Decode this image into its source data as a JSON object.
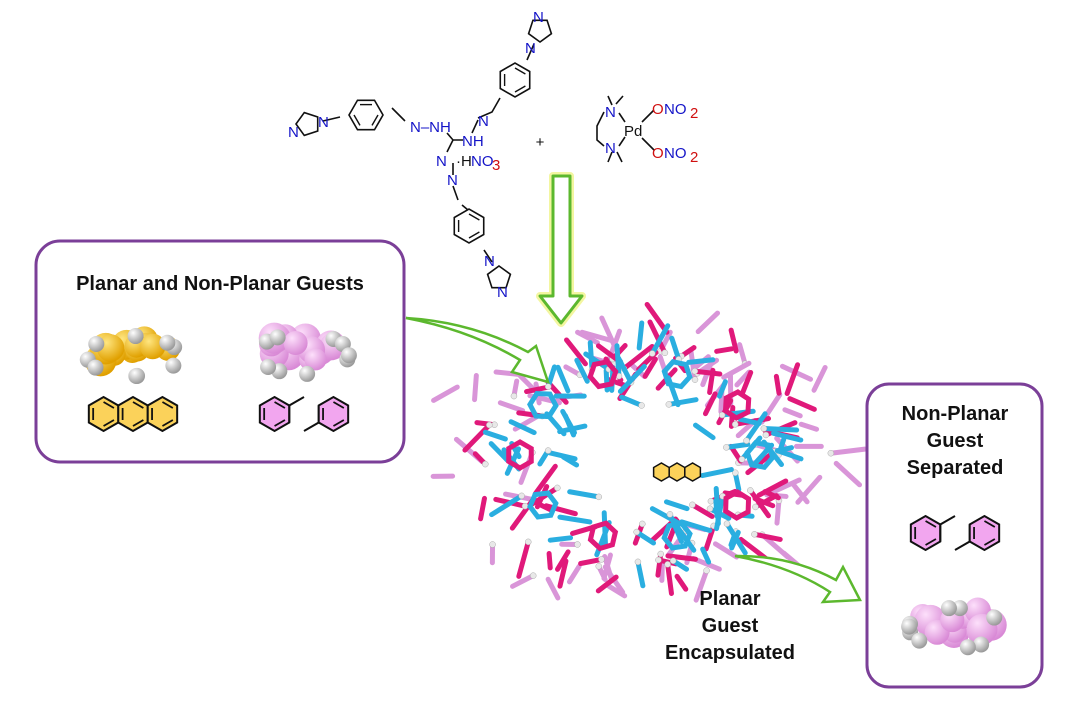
{
  "colors": {
    "box_border": "#7b3f98",
    "arrow_green": "#5cb82e",
    "arrow_glow": "#f3f6a0",
    "cage_pink": "#e0197a",
    "cage_cyan": "#2aaee0",
    "cage_lilac": "#d995d8",
    "planar_guest": "#f5b800",
    "nonplanar_guest": "#f2a6ef",
    "nitrogen": "#1414c8",
    "oxygen": "#d01010"
  },
  "ligand": {
    "atoms": {
      "n_imid_left_a": "N",
      "n_imid_left_b": "N",
      "hydrazone_left": "N–NH",
      "nh_right": "NH",
      "n_right": "N",
      "n_down_a": "N",
      "n_down_b": "N",
      "salt_h": "·H",
      "salt_no": "NO",
      "salt_sub": "3",
      "n_imid_top_a": "N",
      "n_imid_top_b": "N",
      "n_imid_bottom_a": "N",
      "n_imid_bottom_b": "N"
    }
  },
  "plus_sign": "+",
  "pd_complex": {
    "n_top": "N",
    "n_bottom": "N",
    "metal": "Pd",
    "o_top": "O",
    "no2_top": "NO",
    "sub_top": "2",
    "o_bottom": "O",
    "no2_bottom": "NO",
    "sub_bottom": "2"
  },
  "left_box": {
    "title": "Planar and Non-Planar Guests"
  },
  "right_box": {
    "lines": [
      "Non-Planar",
      "Guest",
      "Separated"
    ]
  },
  "encapsulated_label": {
    "lines": [
      "Planar",
      "Guest",
      "Encapsulated"
    ]
  }
}
